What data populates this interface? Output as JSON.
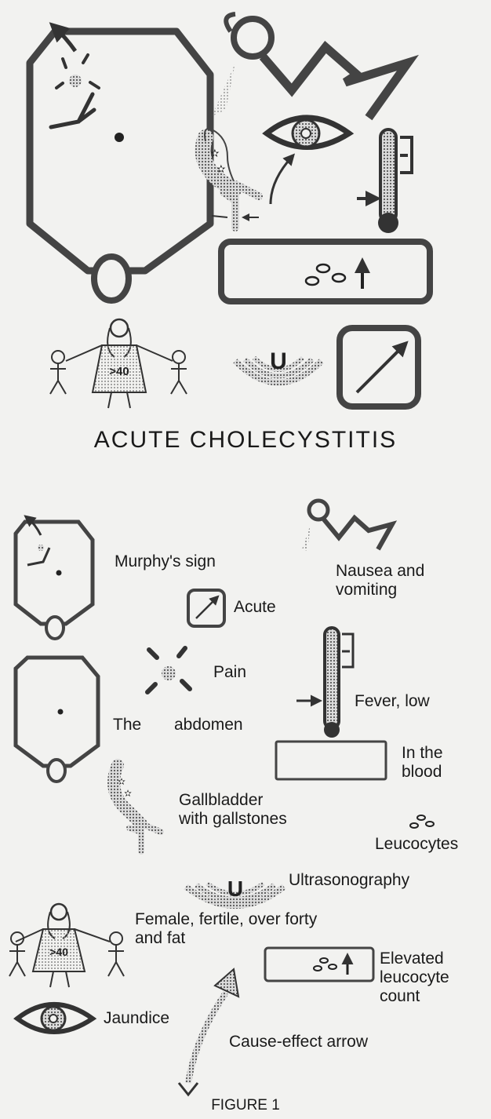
{
  "title": "ACUTE CHOLECYSTITIS",
  "figure_caption": "FIGURE 1",
  "age_badge": ">40",
  "ultrasound_letter": "U",
  "legend": {
    "murphys_sign": "Murphy's sign",
    "nausea": "Nausea and\nvomiting",
    "acute": "Acute",
    "pain": "Pain",
    "fever": "Fever, low",
    "abdomen_the": "The",
    "abdomen": "abdomen",
    "in_blood": "In the\nblood",
    "gallbladder": "Gallbladder\nwith gallstones",
    "leucocytes": "Leucocytes",
    "ultrasonography": "Ultrasonography",
    "female": "Female, fertile, over forty\nand fat",
    "elevated_count": "Elevated\nleucocyte\ncount",
    "jaundice": "Jaundice",
    "cause_effect": "Cause-effect arrow"
  },
  "colors": {
    "ink": "#4a4a4a",
    "screen": "#9a9a9a",
    "paper": "#f2f2f0"
  }
}
